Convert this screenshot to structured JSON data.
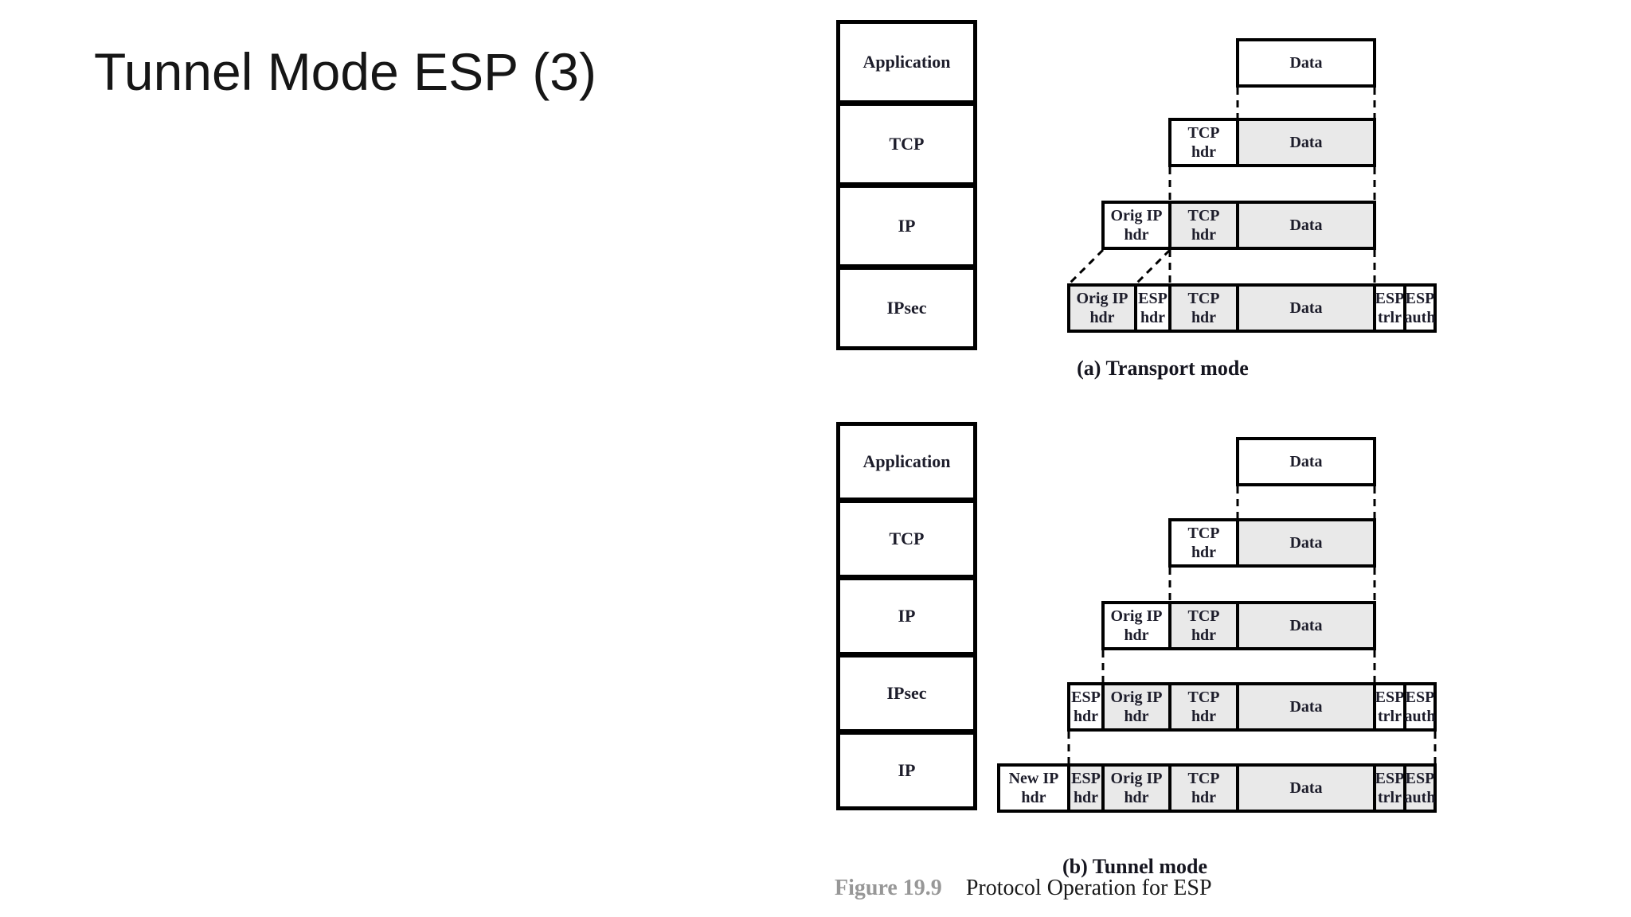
{
  "slide": {
    "title": "Tunnel Mode ESP (3)"
  },
  "figure": {
    "caption_label": "Figure 19.9",
    "caption_text": "Protocol Operation for ESP",
    "colors": {
      "shaded_fill": "#e9e9e9",
      "border": "#000000",
      "label_text": "#1d1d2b",
      "caption_gray": "#979797"
    },
    "transport": {
      "caption": "(a) Transport mode",
      "stack": [
        "Application",
        "TCP",
        "IP",
        "IPsec"
      ],
      "rows": [
        [
          {
            "label": "Data",
            "shaded": false
          }
        ],
        [
          {
            "label": "TCP\nhdr",
            "shaded": false
          },
          {
            "label": "Data",
            "shaded": true
          }
        ],
        [
          {
            "label": "Orig IP\nhdr",
            "shaded": false
          },
          {
            "label": "TCP\nhdr",
            "shaded": true
          },
          {
            "label": "Data",
            "shaded": true
          }
        ],
        [
          {
            "label": "Orig IP\nhdr",
            "shaded": true
          },
          {
            "label": "ESP\nhdr",
            "shaded": false
          },
          {
            "label": "TCP\nhdr",
            "shaded": true
          },
          {
            "label": "Data",
            "shaded": true
          },
          {
            "label": "ESP\ntrlr",
            "shaded": false
          },
          {
            "label": "ESP\nauth",
            "shaded": false
          }
        ]
      ]
    },
    "tunnel": {
      "caption": "(b) Tunnel mode",
      "stack": [
        "Application",
        "TCP",
        "IP",
        "IPsec",
        "IP"
      ],
      "rows": [
        [
          {
            "label": "Data",
            "shaded": false
          }
        ],
        [
          {
            "label": "TCP\nhdr",
            "shaded": false
          },
          {
            "label": "Data",
            "shaded": true
          }
        ],
        [
          {
            "label": "Orig IP\nhdr",
            "shaded": false
          },
          {
            "label": "TCP\nhdr",
            "shaded": true
          },
          {
            "label": "Data",
            "shaded": true
          }
        ],
        [
          {
            "label": "ESP\nhdr",
            "shaded": false
          },
          {
            "label": "Orig IP\nhdr",
            "shaded": true
          },
          {
            "label": "TCP\nhdr",
            "shaded": true
          },
          {
            "label": "Data",
            "shaded": true
          },
          {
            "label": "ESP\ntrlr",
            "shaded": false
          },
          {
            "label": "ESP\nauth",
            "shaded": false
          }
        ],
        [
          {
            "label": "New IP\nhdr",
            "shaded": false
          },
          {
            "label": "ESP\nhdr",
            "shaded": true
          },
          {
            "label": "Orig IP\nhdr",
            "shaded": true
          },
          {
            "label": "TCP\nhdr",
            "shaded": true
          },
          {
            "label": "Data",
            "shaded": true
          },
          {
            "label": "ESP\ntrlr",
            "shaded": true
          },
          {
            "label": "ESP\nauth",
            "shaded": true
          }
        ]
      ]
    }
  }
}
